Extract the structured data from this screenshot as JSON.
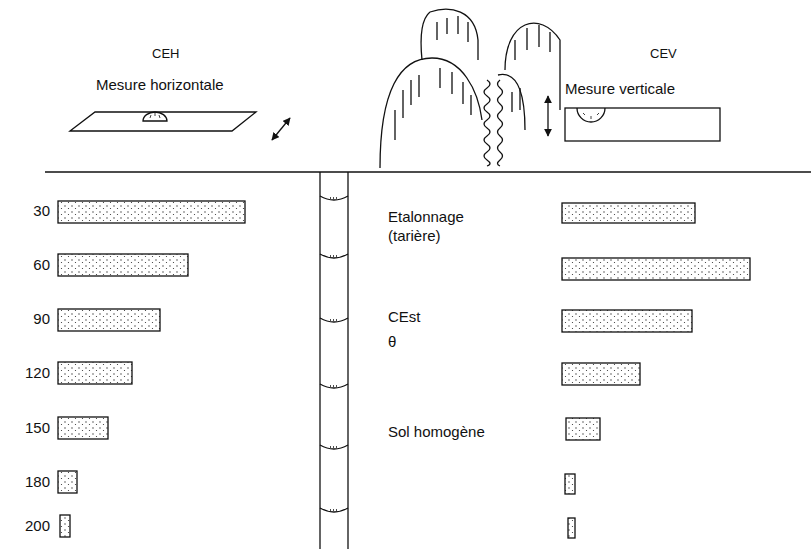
{
  "diagram": {
    "labels": [
      "CEH",
      "Mesure horizontale",
      "CEV",
      "Mesure verticale",
      "30",
      "60",
      "90",
      "120",
      "150",
      "180",
      "200",
      "Etalonnage (tarière)",
      "CEst",
      "θ",
      "Sol homogène"
    ]
  }
}
